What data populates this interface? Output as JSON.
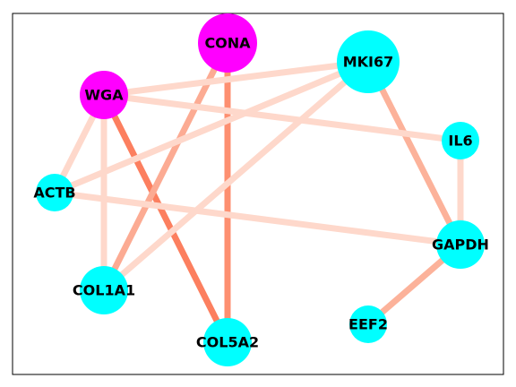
{
  "graph": {
    "nodes": [
      {
        "id": "CONA",
        "label": "CONA",
        "color": "#ff00ff",
        "size": "large"
      },
      {
        "id": "WGA",
        "label": "WGA",
        "color": "#ff00ff",
        "size": "medium"
      },
      {
        "id": "MKI67",
        "label": "MKI67",
        "color": "#00ffff",
        "size": "xlarge"
      },
      {
        "id": "IL6",
        "label": "IL6",
        "color": "#00ffff",
        "size": "small"
      },
      {
        "id": "ACTB",
        "label": "ACTB",
        "color": "#00ffff",
        "size": "small"
      },
      {
        "id": "GAPDH",
        "label": "GAPDH",
        "color": "#00ffff",
        "size": "medium"
      },
      {
        "id": "COL1A1",
        "label": "COL1A1",
        "color": "#00ffff",
        "size": "medium"
      },
      {
        "id": "EEF2",
        "label": "EEF2",
        "color": "#00ffff",
        "size": "small"
      },
      {
        "id": "COL5A2",
        "label": "COL5A2",
        "color": "#00ffff",
        "size": "medium"
      }
    ],
    "edges": [
      {
        "source": "CONA",
        "target": "COL5A2",
        "color": "#fd8f70",
        "weight": "strong"
      },
      {
        "source": "WGA",
        "target": "COL5A2",
        "color": "#fc7f5f",
        "weight": "strong"
      },
      {
        "source": "CONA",
        "target": "COL1A1",
        "color": "#fcab93",
        "weight": "medium"
      },
      {
        "source": "MKI67",
        "target": "GAPDH",
        "color": "#fcb29a",
        "weight": "medium"
      },
      {
        "source": "GAPDH",
        "target": "EEF2",
        "color": "#fcb29a",
        "weight": "medium"
      },
      {
        "source": "WGA",
        "target": "MKI67",
        "color": "#fed8cb",
        "weight": "weak"
      },
      {
        "source": "WGA",
        "target": "IL6",
        "color": "#fed8cb",
        "weight": "weak"
      },
      {
        "source": "WGA",
        "target": "ACTB",
        "color": "#fed8cb",
        "weight": "weak"
      },
      {
        "source": "WGA",
        "target": "COL1A1",
        "color": "#fed8cb",
        "weight": "weak"
      },
      {
        "source": "MKI67",
        "target": "ACTB",
        "color": "#fed8cb",
        "weight": "weak"
      },
      {
        "source": "MKI67",
        "target": "COL1A1",
        "color": "#fed8cb",
        "weight": "weak"
      },
      {
        "source": "IL6",
        "target": "GAPDH",
        "color": "#fed8cb",
        "weight": "weak"
      },
      {
        "source": "ACTB",
        "target": "GAPDH",
        "color": "#fed8cb",
        "weight": "weak"
      }
    ]
  },
  "style": {
    "frame_color": "#000000",
    "background": "#ffffff"
  }
}
